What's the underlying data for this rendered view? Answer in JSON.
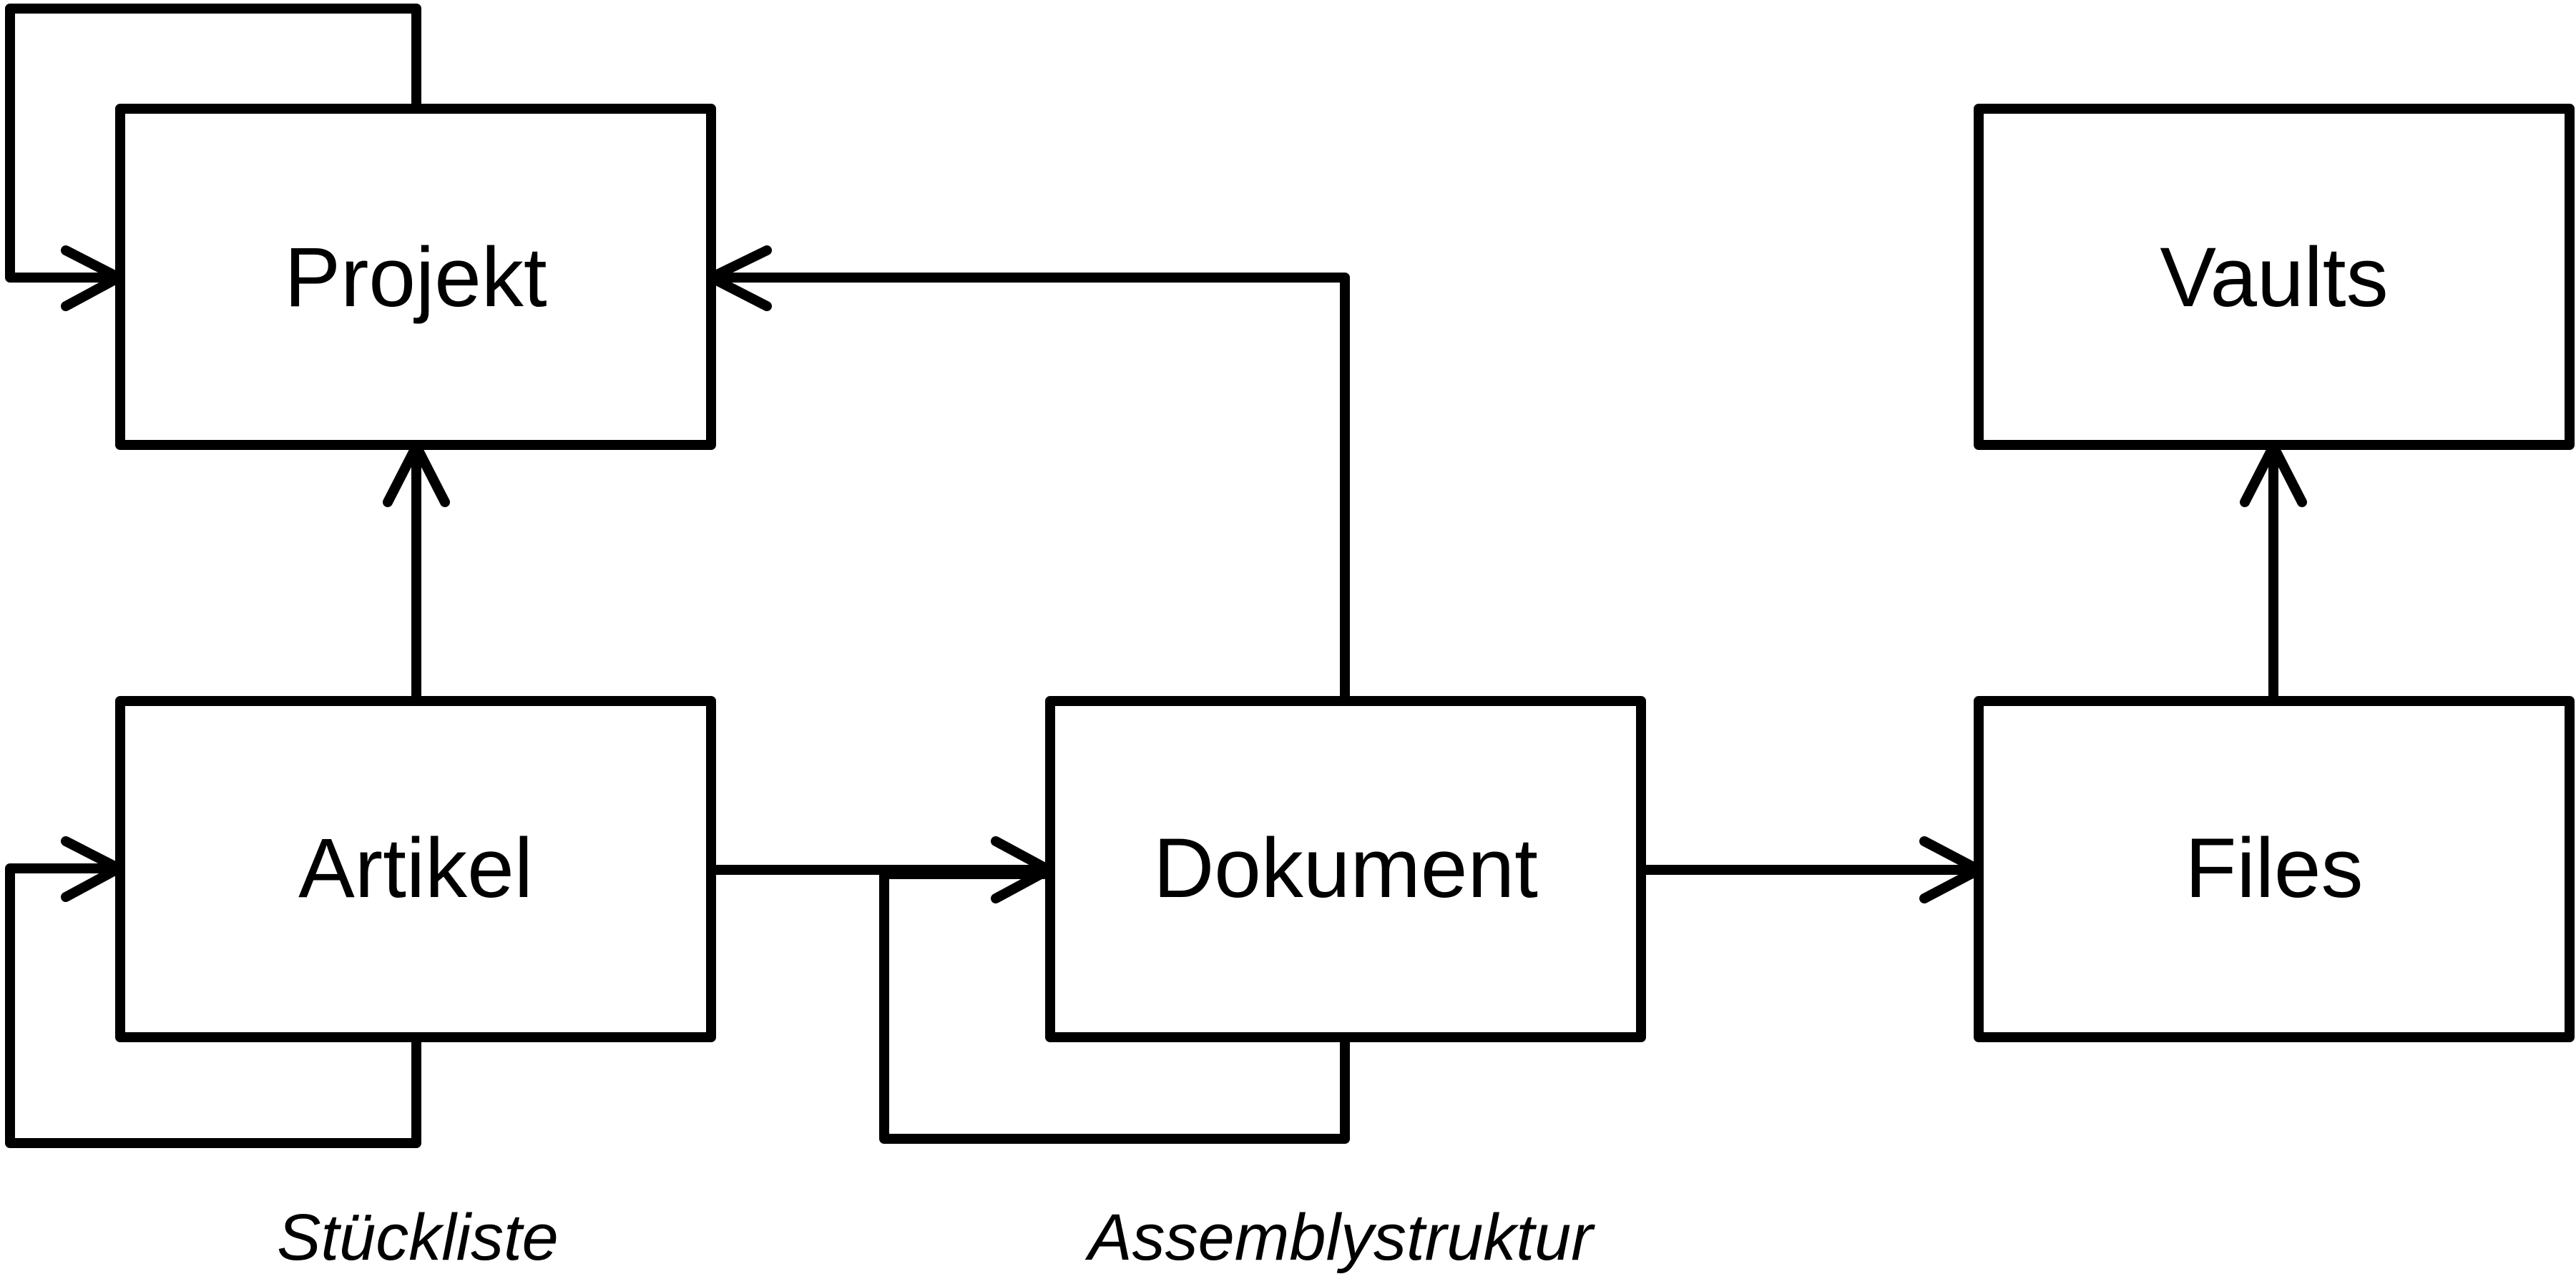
{
  "diagram": {
    "nodes": {
      "projekt": "Projekt",
      "vaults": "Vaults",
      "artikel": "Artikel",
      "dokument": "Dokument",
      "files": "Files"
    },
    "edge_labels": {
      "stueckliste": "Stückliste",
      "assemblystruktur": "Assemblystruktur"
    }
  },
  "colors": {
    "stroke": "#000000",
    "background": "#ffffff"
  }
}
